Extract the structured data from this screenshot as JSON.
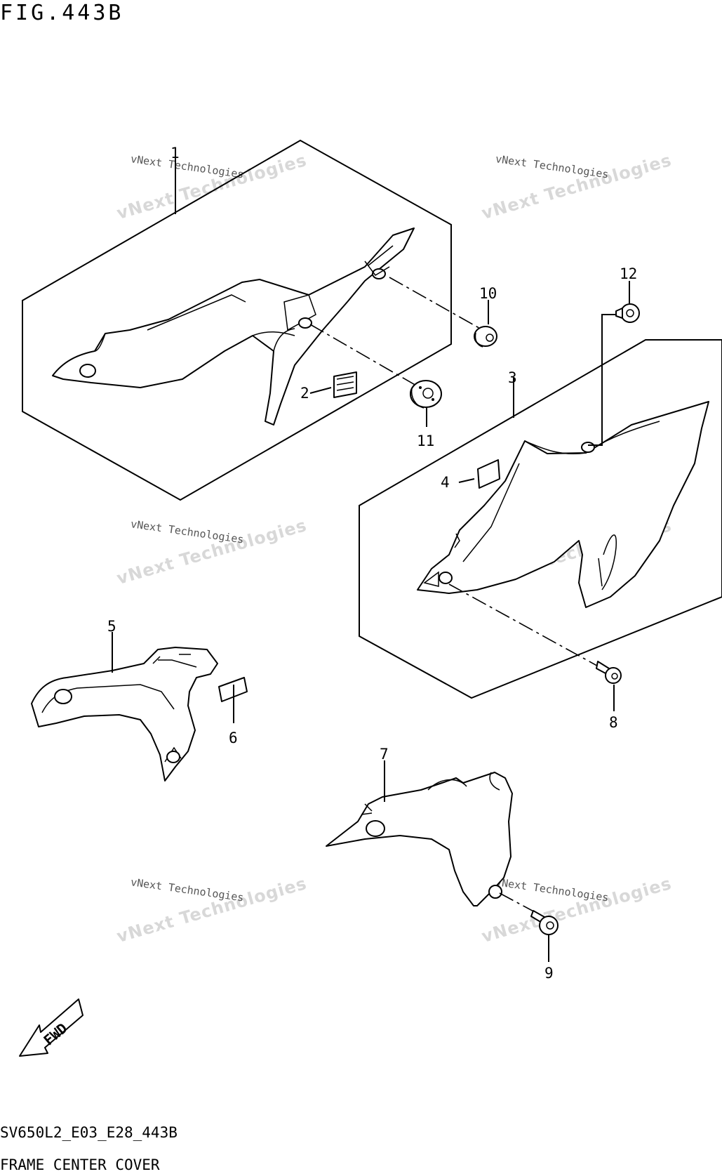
{
  "figure": {
    "title": "FIG.443B"
  },
  "footer": {
    "code": "SV650L2_E03_E28_443B",
    "caption": "FRAME CENTER COVER"
  },
  "watermark": {
    "line1": "vNext Technologies",
    "line2": "vNext Technologies"
  },
  "fwd_label": "FWD",
  "callouts": [
    {
      "id": "1",
      "label": "1"
    },
    {
      "id": "2",
      "label": "2"
    },
    {
      "id": "3",
      "label": "3"
    },
    {
      "id": "4",
      "label": "4"
    },
    {
      "id": "5",
      "label": "5"
    },
    {
      "id": "6",
      "label": "6"
    },
    {
      "id": "7",
      "label": "7"
    },
    {
      "id": "8",
      "label": "8"
    },
    {
      "id": "9",
      "label": "9"
    },
    {
      "id": "10",
      "label": "10"
    },
    {
      "id": "11",
      "label": "11"
    },
    {
      "id": "12",
      "label": "12"
    }
  ]
}
